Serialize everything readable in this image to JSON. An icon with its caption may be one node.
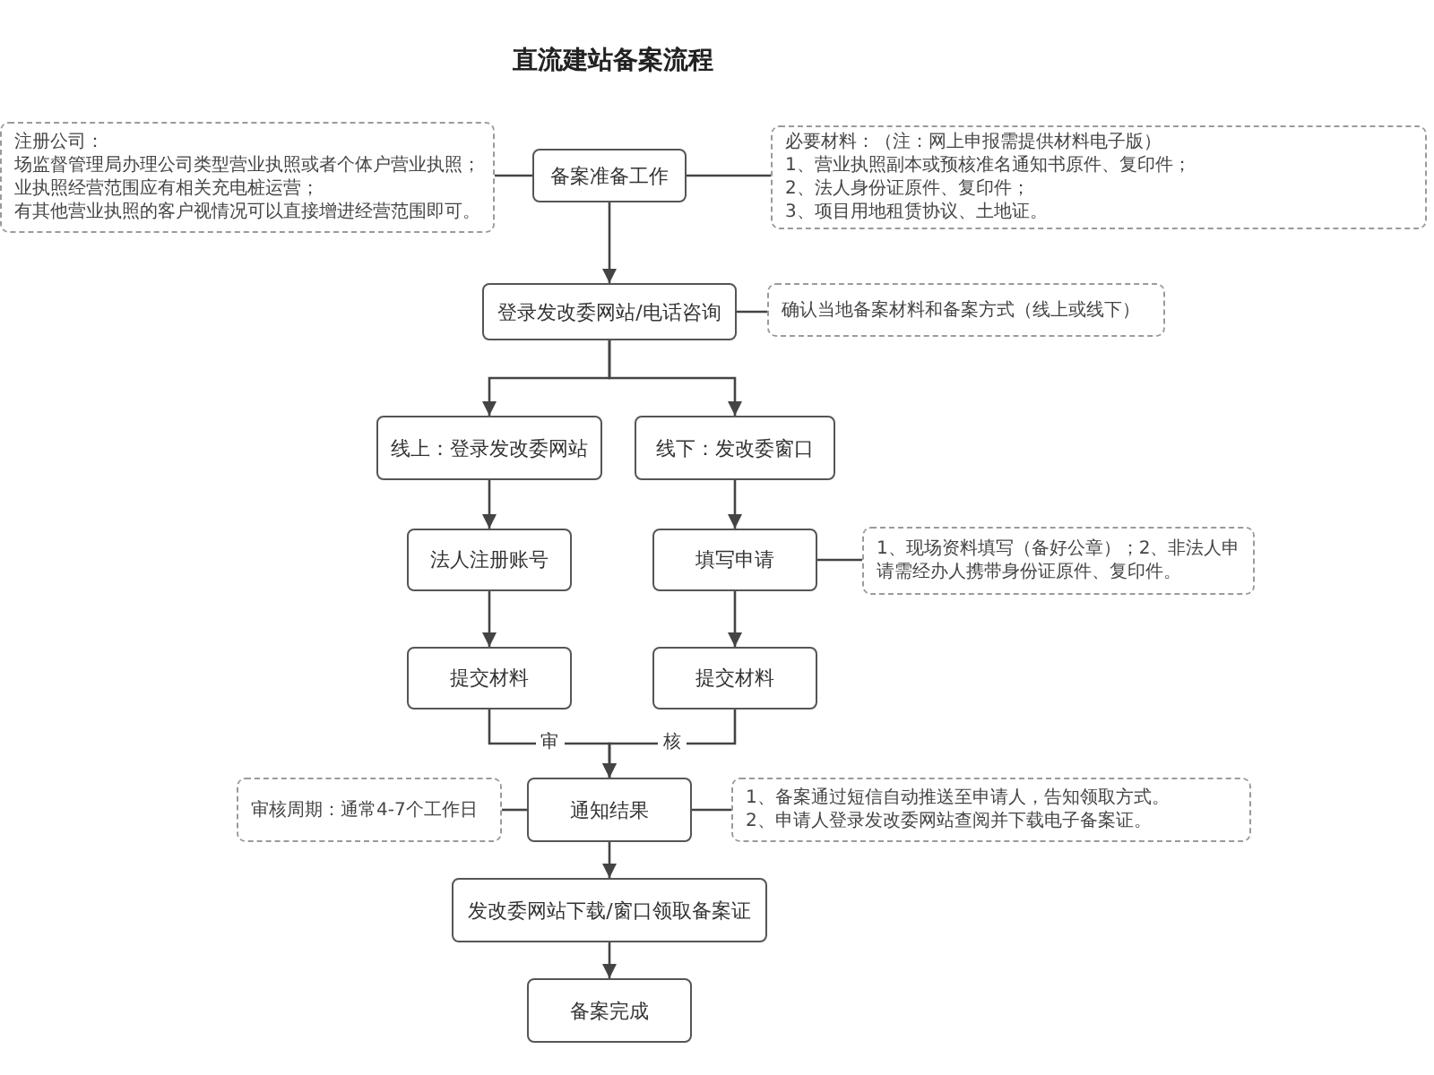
{
  "diagram": {
    "title": "直流建站备案流程",
    "nodes": [
      {
        "text": [
          "备案准备工作"
        ]
      },
      {
        "text": [
          "注册公司：",
          "场监督管理局办理公司类型营业执照或者个体户营业执照；",
          "业执照经营范围应有相关充电桩运营；",
          "有其他营业执照的客户视情况可以直接增进经营范围即可。"
        ]
      },
      {
        "text": [
          "必要材料：（注：网上申报需提供材料电子版）",
          "1、营业执照副本或预核准名通知书原件、复印件；",
          "2、法人身份证原件、复印件；",
          "3、项目用地租赁协议、土地证。"
        ]
      },
      {
        "text": [
          "登录发改委网站/电话咨询"
        ]
      },
      {
        "text": [
          "确认当地备案材料和备案方式（线上或线下）"
        ]
      },
      {
        "text": [
          "线上：登录发改委网站"
        ]
      },
      {
        "text": [
          "线下：发改委窗口"
        ]
      },
      {
        "text": [
          "法人注册账号"
        ]
      },
      {
        "text": [
          "填写申请"
        ]
      },
      {
        "text": [
          "1、现场资料填写（备好公章）；2、非法人申请需经办人携带身份证原件、复印件。"
        ]
      },
      {
        "text": [
          "提交材料"
        ]
      },
      {
        "text": [
          "提交材料"
        ]
      },
      {
        "text": [
          "审核周期：通常4-7个工作日"
        ]
      },
      {
        "text": [
          "通知结果"
        ]
      },
      {
        "text": [
          "1、备案通过短信自动推送至申请人，告知领取方式。",
          "2、申请人登录发改委网站查阅并下载电子备案证。"
        ]
      },
      {
        "text": [
          "发改委网站下载/窗口领取备案证"
        ]
      },
      {
        "text": [
          "备案完成"
        ]
      }
    ],
    "edges": [
      {
        "from": 0,
        "to": 1,
        "arrow": "none"
      },
      {
        "from": 0,
        "to": 2,
        "arrow": "none"
      },
      {
        "from": 0,
        "to": 3,
        "arrow": "to"
      },
      {
        "from": 3,
        "to": 4,
        "arrow": "none"
      },
      {
        "from": 3,
        "to": 5,
        "arrow": "to"
      },
      {
        "from": 3,
        "to": 6,
        "arrow": "to"
      },
      {
        "from": 5,
        "to": 7,
        "arrow": "to"
      },
      {
        "from": 6,
        "to": 8,
        "arrow": "to"
      },
      {
        "from": 8,
        "to": 9,
        "arrow": "none"
      },
      {
        "from": 7,
        "to": 10,
        "arrow": "to"
      },
      {
        "from": 8,
        "to": 11,
        "arrow": "to"
      },
      {
        "from": 10,
        "to": 13,
        "arrow": "to",
        "label": "审"
      },
      {
        "from": 11,
        "to": 13,
        "arrow": "to",
        "label": "核"
      },
      {
        "from": 13,
        "to": 12,
        "arrow": "none"
      },
      {
        "from": 13,
        "to": 14,
        "arrow": "none"
      },
      {
        "from": 13,
        "to": 15,
        "arrow": "to"
      },
      {
        "from": 15,
        "to": 16,
        "arrow": "to"
      }
    ]
  }
}
